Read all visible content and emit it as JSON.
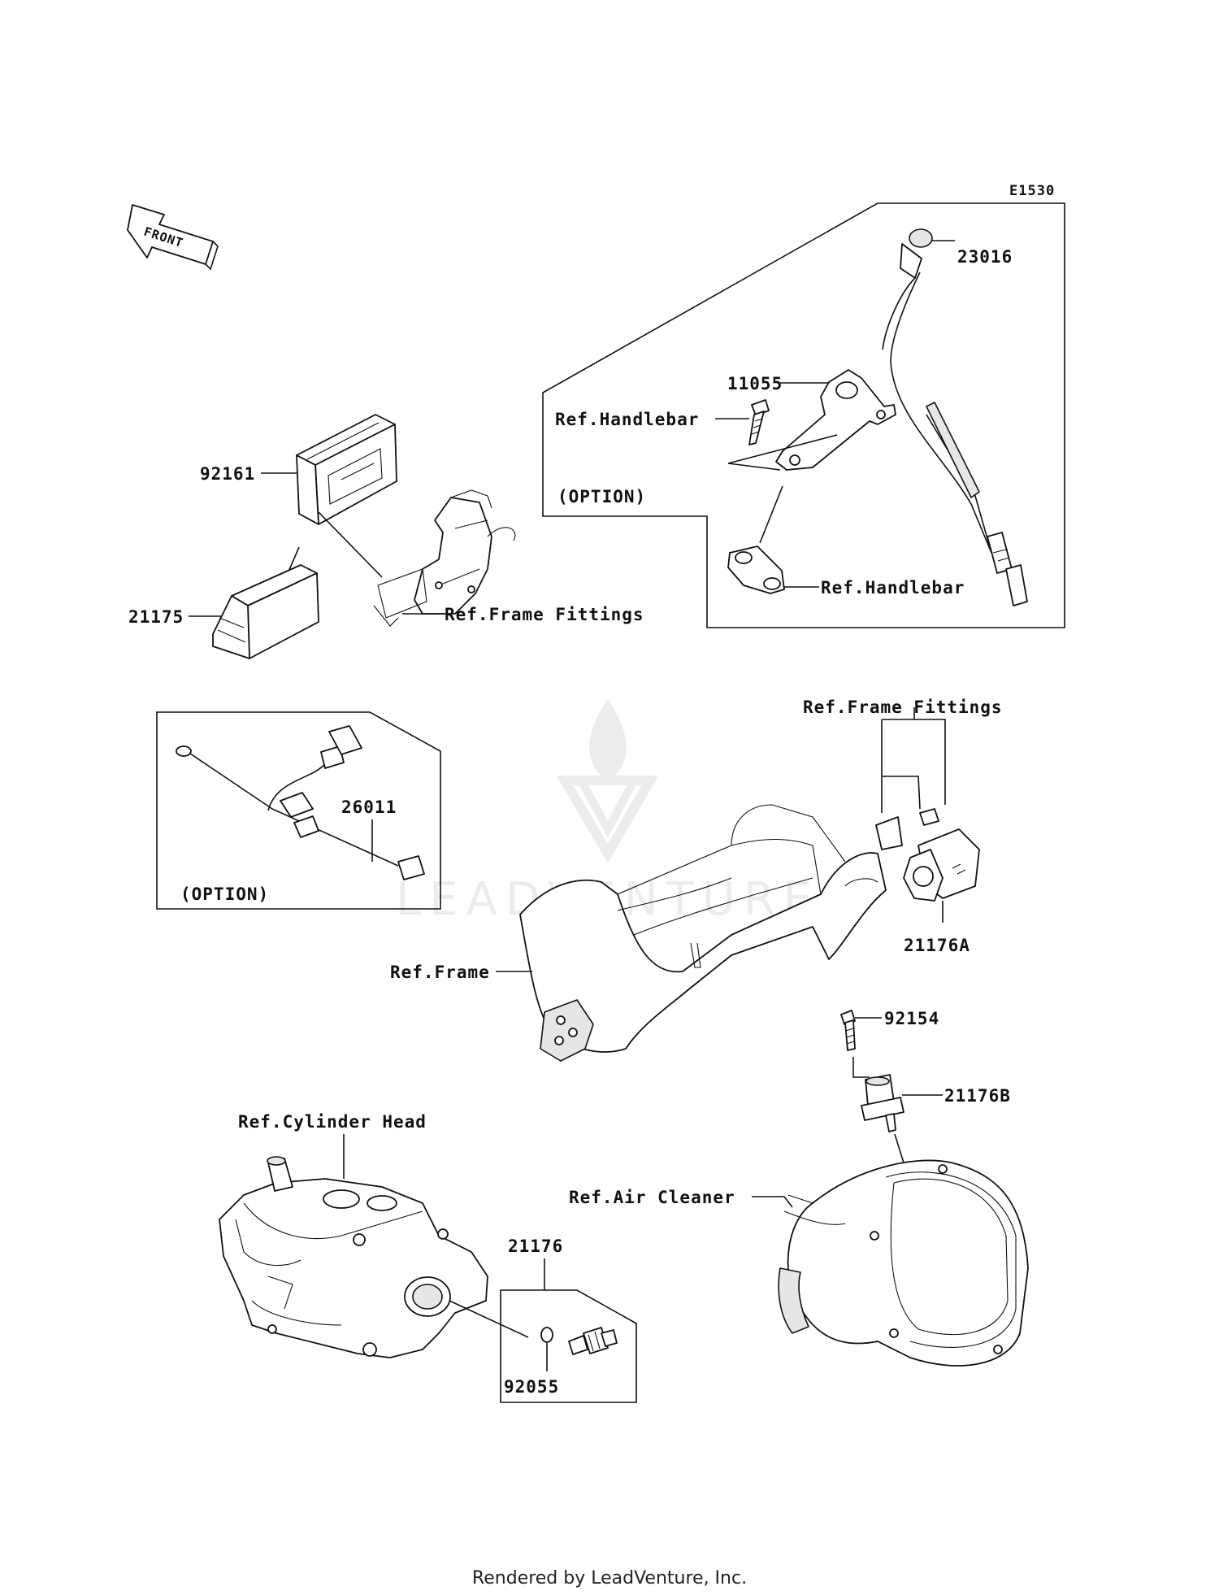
{
  "diagram_code": "E1530",
  "front_arrow_label": "FRONT",
  "labels": {
    "p23016": "23016",
    "p11055": "11055",
    "ref_handlebar_top": "Ref.Handlebar",
    "option_top": "(OPTION)",
    "ref_handlebar_bottom": "Ref.Handlebar",
    "p92161": "92161",
    "p21175": "21175",
    "ref_frame_fittings_ecu": "Ref.Frame Fittings",
    "ref_frame_fittings_right": "Ref.Frame Fittings",
    "p26011": "26011",
    "option_left": "(OPTION)",
    "p21176A": "21176A",
    "ref_frame": "Ref.Frame",
    "p92154": "92154",
    "p21176B": "21176B",
    "ref_cylinder_head": "Ref.Cylinder Head",
    "ref_air_cleaner": "Ref.Air Cleaner",
    "p21176": "21176",
    "p92055": "92055"
  },
  "watermark": "LEADVENTURE",
  "footer": "Rendered by LeadVenture, Inc."
}
